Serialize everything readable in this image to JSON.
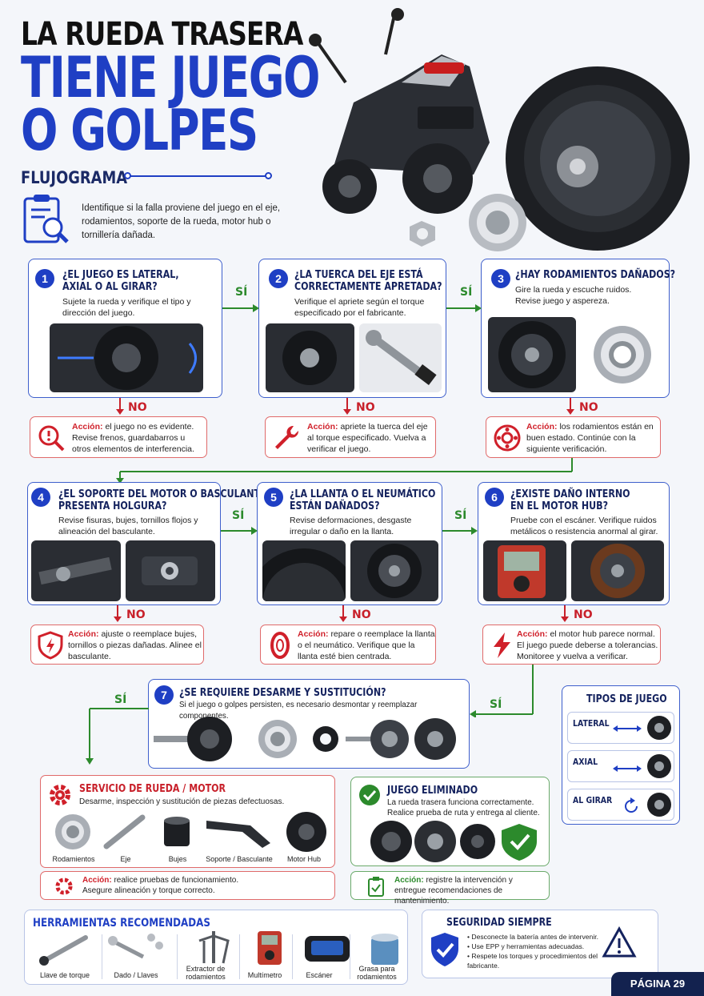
{
  "header": {
    "title_line1": "LA RUEDA TRASERA",
    "title_line2a": "TIENE JUEGO",
    "title_line2b": "O GOLPES",
    "subtitle": "FLUJOGRAMA",
    "intro": "Identifique si la falla proviene del juego en el eje, rodamientos, soporte de la rueda, motor hub o tornillería dañada."
  },
  "steps": [
    {
      "num": "1",
      "q1": "¿EL JUEGO ES LATERAL,",
      "q2": "AXIAL O AL GIRAR?",
      "desc": "Sujete la rueda y verifique el tipo y dirección del juego."
    },
    {
      "num": "2",
      "q1": "¿LA TUERCA DEL EJE ESTÁ",
      "q2": "CORRECTAMENTE APRETADA?",
      "desc": "Verifique el apriete según el torque especificado por el fabricante."
    },
    {
      "num": "3",
      "q1": "¿HAY RODAMIENTOS DAÑADOS?",
      "q2": "",
      "desc": "Gire la rueda y escuche ruidos. Revise juego y aspereza."
    },
    {
      "num": "4",
      "q1": "¿EL SOPORTE DEL MOTOR O BASCULANTE",
      "q2": "PRESENTA HOLGURA?",
      "desc": "Revise fisuras, bujes, tornillos flojos y alineación del basculante."
    },
    {
      "num": "5",
      "q1": "¿LA LLANTA O EL NEUMÁTICO",
      "q2": "ESTÁN DAÑADOS?",
      "desc": "Revise deformaciones, desgaste irregular o daño en la llanta."
    },
    {
      "num": "6",
      "q1": "¿EXISTE DAÑO INTERNO",
      "q2": "EN EL MOTOR HUB?",
      "desc": "Pruebe con el escáner. Verifique ruidos metálicos o resistencia anormal al girar."
    }
  ],
  "actions": [
    {
      "label": "Acción:",
      "text": "el juego no es evidente. Revise frenos, guardabarros u otros elementos de interferencia."
    },
    {
      "label": "Acción:",
      "text": "apriete la tuerca del eje al torque especificado. Vuelva a verificar el juego."
    },
    {
      "label": "Acción:",
      "text": "los rodamientos están en buen estado. Continúe con la siguiente verificación."
    },
    {
      "label": "Acción:",
      "text": "ajuste o reemplace bujes, tornillos o piezas dañadas. Alinee el basculante."
    },
    {
      "label": "Acción:",
      "text": "repare o reemplace la llanta o el neumático. Verifique que la llanta esté bien centrada."
    },
    {
      "label": "Acción:",
      "text": "el motor hub parece normal. El juego puede deberse a tolerancias. Monitoree y vuelva a verificar."
    }
  ],
  "labels": {
    "si": "SÍ",
    "no": "NO"
  },
  "step7": {
    "num": "7",
    "q": "¿SE REQUIERE DESARME Y SUSTITUCIÓN?",
    "desc": "Si el juego o golpes persisten, es necesario desmontar y reemplazar componentes."
  },
  "tipos": {
    "title": "TIPOS DE JUEGO",
    "items": [
      "LATERAL",
      "AXIAL",
      "AL GIRAR"
    ]
  },
  "servicio": {
    "title": "SERVICIO DE RUEDA / MOTOR",
    "desc": "Desarme, inspección y sustitución de piezas defectuosas.",
    "parts": [
      "Rodamientos",
      "Eje",
      "Bujes",
      "Soporte / Basculante",
      "Motor Hub"
    ],
    "action_label": "Acción:",
    "action_text": "realice pruebas de funcionamiento.",
    "action_text2": "Asegure alineación y torque correcto."
  },
  "eliminado": {
    "title": "JUEGO ELIMINADO",
    "desc": "La rueda trasera funciona correctamente. Realice prueba de ruta y entrega al cliente.",
    "action_label": "Acción:",
    "action_text": "registre la intervención y entregue recomendaciones de mantenimiento."
  },
  "herramientas": {
    "title": "HERRAMIENTAS RECOMENDADAS",
    "items": [
      "Llave de torque",
      "Dado / Llaves",
      "Extractor de rodamientos",
      "Multímetro",
      "Escáner",
      "Grasa para rodamientos"
    ]
  },
  "seguridad": {
    "title": "SEGURIDAD SIEMPRE",
    "items": [
      "• Desconecte la batería antes de intervenir.",
      "• Use EPP y herramientas adecuadas.",
      "• Respete los torques y procedimientos del fabricante."
    ]
  },
  "page": "PÁGINA 29",
  "colors": {
    "blue": "#1f3fc4",
    "navy": "#14225e",
    "red": "#d0202a",
    "green": "#2c8a2c"
  }
}
